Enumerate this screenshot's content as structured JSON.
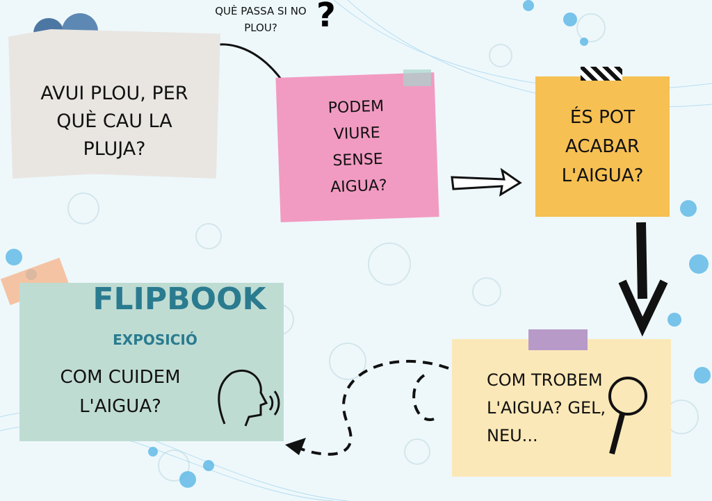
{
  "top_question": "QUÈ PASSA SI NO PLOU?",
  "question_mark": "?",
  "cards": [
    {
      "text": "AVUI PLOU, PER QUÈ CAU LA PLUJA?"
    },
    {
      "text": "PODEM VIURE SENSE AIGUA?"
    },
    {
      "text": "ÉS POT ACABAR L'AIGUA?"
    },
    {
      "text": "COM TROBEM L'AIGUA? GEL, NEU..."
    }
  ],
  "flipbook": {
    "title": "FLIPBOOK",
    "subtitle": "EXPOSICIÓ",
    "question": "COM CUIDEM L'AIGUA?"
  }
}
